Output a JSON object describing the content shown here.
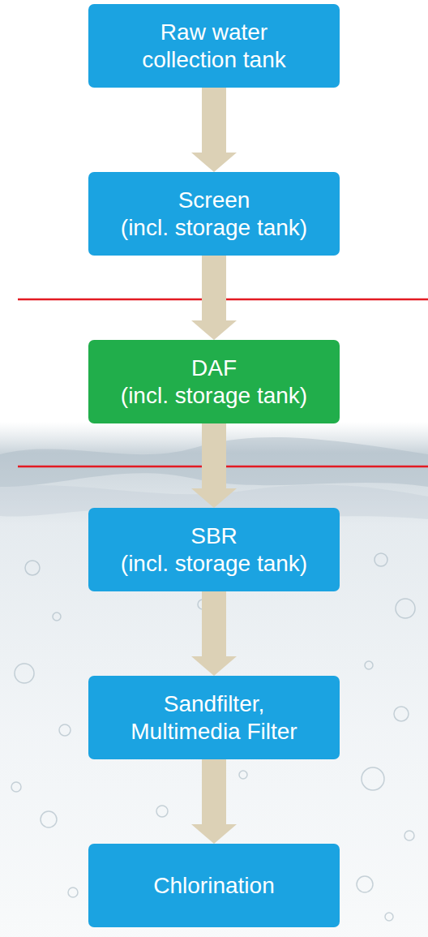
{
  "diagram": {
    "nodes": [
      {
        "text": [
          "Raw water collection tank"
        ]
      },
      {
        "text": [
          "Screen (incl. storage tank)"
        ]
      },
      {
        "text": [
          "DAF (incl. storage tank)"
        ]
      },
      {
        "text": [
          "SBR (incl. storage tank)"
        ]
      },
      {
        "text": [
          "Sandfilter, Multimedia Filter"
        ]
      },
      {
        "text": [
          "Chlorination"
        ]
      }
    ],
    "edges": [
      {
        "from": 0,
        "to": 1,
        "arrow": "to"
      },
      {
        "from": 1,
        "to": 2,
        "arrow": "to"
      },
      {
        "from": 2,
        "to": 3,
        "arrow": "to"
      },
      {
        "from": 3,
        "to": 4,
        "arrow": "to"
      },
      {
        "from": 4,
        "to": 5,
        "arrow": "to"
      }
    ]
  }
}
